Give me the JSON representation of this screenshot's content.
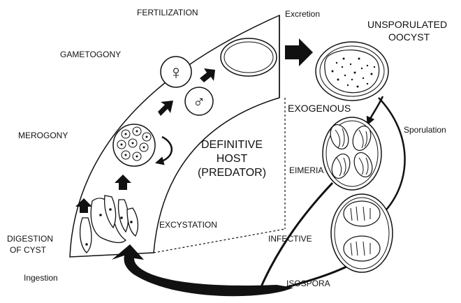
{
  "labels": {
    "fertilization": "FERTILIZATION",
    "excretion": "Excretion",
    "unsporulated_oocyst_line1": "UNSPORULATED",
    "unsporulated_oocyst_line2": "OOCYST",
    "gametogony": "GAMETOGONY",
    "exogenous": "EXOGENOUS",
    "sporulation": "Sporulation",
    "merogony": "MEROGONY",
    "definitive_host_line1": "DEFINITIVE",
    "definitive_host_line2": "HOST",
    "definitive_host_line3": "(PREDATOR)",
    "eimeria": "EIMERIA",
    "excystation": "EXCYSTATION",
    "infective": "INFECTIVE",
    "digestion_line1": "DIGESTION",
    "digestion_line2": "OF CYST",
    "ingestion": "Ingestion",
    "isospora": "ISOSPORA"
  },
  "symbols": {
    "female": "♀",
    "male": "♂"
  },
  "colors": {
    "ink": "#111111",
    "paper": "#ffffff"
  },
  "icons": [
    "female-gamete-icon",
    "male-gamete-icon",
    "meront-icon",
    "oocyst-icon",
    "sporocyst-icon",
    "arrow-icon"
  ]
}
